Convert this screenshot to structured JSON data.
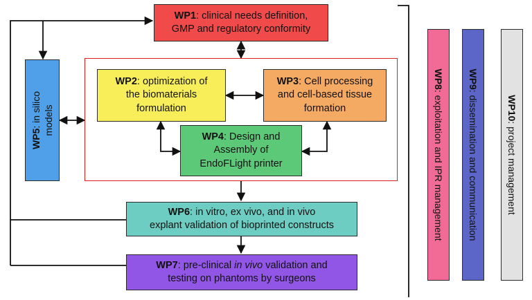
{
  "wp1": {
    "code": "WP1",
    "text": ": clinical needs definition,",
    "line2": "GMP and regulatory conformity",
    "color": "#f04a4a"
  },
  "wp2": {
    "code": "WP2",
    "text": ": optimization of",
    "line2": "the biomaterials",
    "line3": "formulation",
    "color": "#f8ee5a"
  },
  "wp3": {
    "code": "WP3",
    "text": ": Cell processing",
    "line2": "and cell-based tissue",
    "line3": "formation",
    "color": "#f5aa63"
  },
  "wp4": {
    "code": "WP4",
    "text": ": Design and",
    "line2": "Assembly of",
    "line3": "EndoFLight printer",
    "color": "#5cc978"
  },
  "wp5": {
    "code": "WP5",
    "text": ": in silico",
    "line2": "models",
    "color": "#4fa0e8"
  },
  "wp6": {
    "code": "WP6",
    "text": ": in vitro, ex vivo, and in vivo",
    "line2": "explant validation of bioprinted constructs",
    "color": "#6dcdc2"
  },
  "wp7": {
    "code": "WP7",
    "text": ": pre-clinical ",
    "italic": "in vivo",
    "text2": " validation and",
    "line2": "testing on phantoms by surgeons",
    "color": "#9256e6"
  },
  "wp8": {
    "code": "WP8",
    "text": ": exploitation and IPR management",
    "color": "#f26a96"
  },
  "wp9": {
    "code": "WP9",
    "text": ": dissemination and communication",
    "color": "#5b66c8"
  },
  "wp10": {
    "code": "WP10",
    "text": ": project management",
    "color": "#e2e2e2"
  },
  "frame_color": "#e0211b"
}
